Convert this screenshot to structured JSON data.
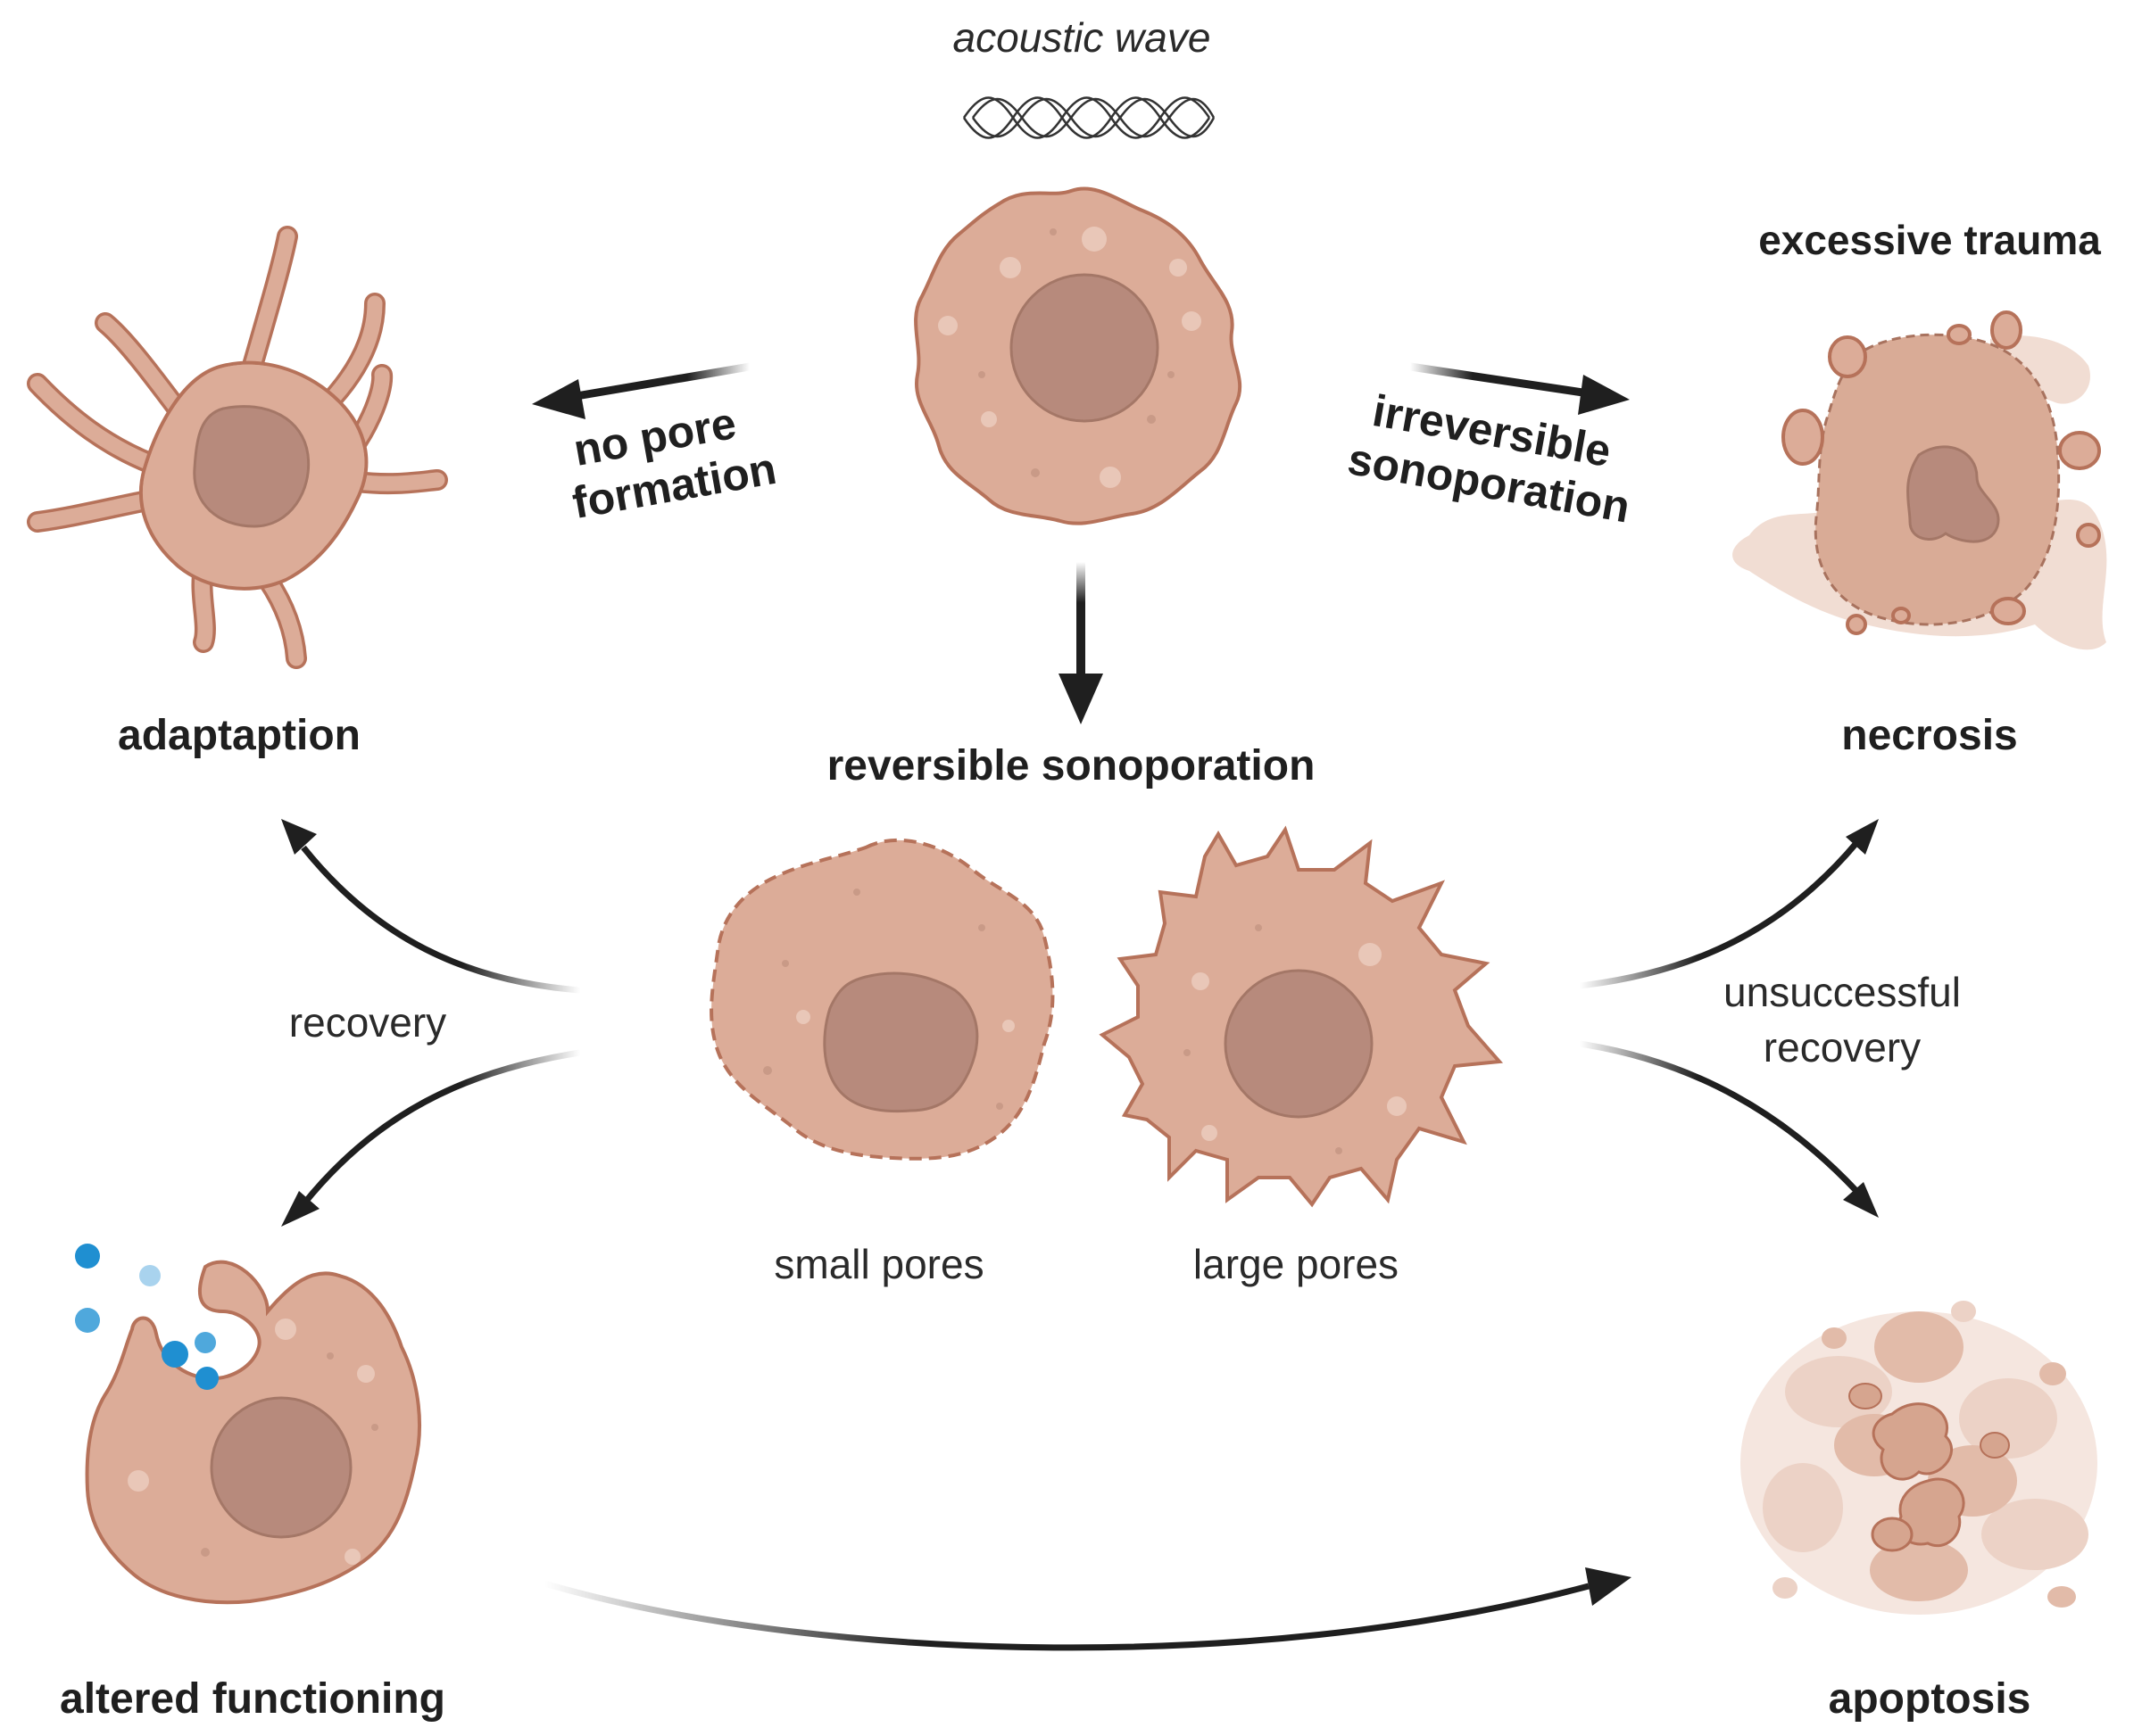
{
  "labels": {
    "acoustic_wave": "acoustic wave",
    "excessive_trauma": "excessive trauma",
    "no_pore_line1": "no pore",
    "no_pore_line2": "formation",
    "irreversible_line1": "irreversible",
    "irreversible_line2": "sonoporation",
    "adaptation": "adaptaption",
    "necrosis": "necrosis",
    "reversible_sonoporation": "reversible sonoporation",
    "recovery": "recovery",
    "unsuccessful_line1": "unsuccessful",
    "unsuccessful_line2": "recovery",
    "small_pores": "small pores",
    "large_pores": "large pores",
    "altered_functioning": "altered functioning",
    "apoptosis": "apoptosis"
  },
  "colors": {
    "cell_fill": "#dcac98",
    "cell_outline": "#b6725a",
    "nucleus": "#b78a7c",
    "arrow": "#1f1f1f",
    "molecule": "#1f8fd1"
  }
}
